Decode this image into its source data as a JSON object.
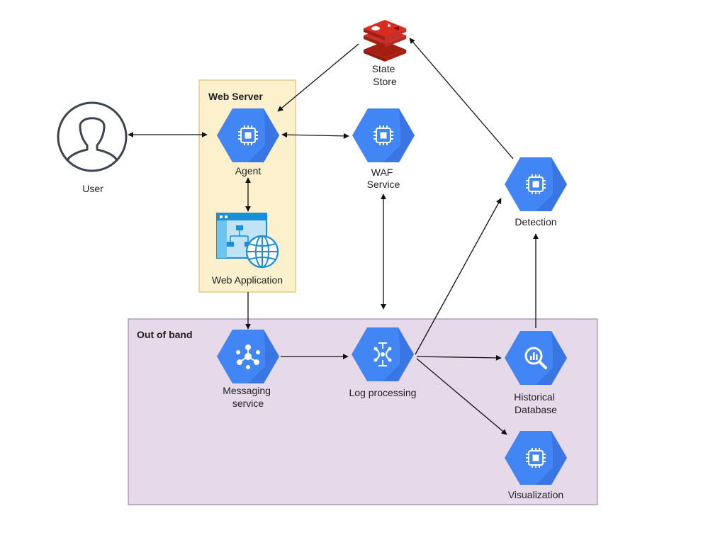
{
  "groups": {
    "web_server": {
      "label": "Web Server",
      "fill": "#fdf0cd",
      "stroke": "#d6b656"
    },
    "out_of_band": {
      "label": "Out of band",
      "fill": "#e6d9ea",
      "stroke": "#9673a6"
    }
  },
  "nodes": {
    "user": {
      "label": "User",
      "icon": "user-icon"
    },
    "state_store": {
      "line1": "State",
      "line2": "Store",
      "icon": "redis-icon"
    },
    "agent": {
      "label": "Agent",
      "icon": "compute-chip-icon"
    },
    "waf_service": {
      "line1": "WAF",
      "line2": "Service",
      "icon": "compute-chip-icon"
    },
    "web_application": {
      "label": "Web Application",
      "icon": "web-application-icon"
    },
    "detection": {
      "label": "Detection",
      "icon": "compute-chip-icon"
    },
    "messaging_service": {
      "line1": "Messaging",
      "line2": "service",
      "icon": "pubsub-icon"
    },
    "log_processing": {
      "label": "Log processing",
      "icon": "dataflow-icon"
    },
    "historical_database": {
      "line1": "Historical",
      "line2": "Database",
      "icon": "bigquery-icon"
    },
    "visualization": {
      "label": "Visualization",
      "icon": "compute-chip-icon"
    }
  },
  "edges": [
    {
      "from": "user",
      "to": "agent",
      "direction": "both"
    },
    {
      "from": "agent",
      "to": "waf_service",
      "direction": "both"
    },
    {
      "from": "state_store",
      "to": "agent",
      "direction": "forward"
    },
    {
      "from": "agent",
      "to": "web_application",
      "direction": "both"
    },
    {
      "from": "waf_service",
      "to": "log_processing",
      "direction": "both"
    },
    {
      "from": "web_application",
      "to": "messaging_service",
      "direction": "forward"
    },
    {
      "from": "messaging_service",
      "to": "log_processing",
      "direction": "forward"
    },
    {
      "from": "log_processing",
      "to": "historical_database",
      "direction": "forward"
    },
    {
      "from": "log_processing",
      "to": "visualization",
      "direction": "forward"
    },
    {
      "from": "log_processing",
      "to": "detection",
      "direction": "forward"
    },
    {
      "from": "historical_database",
      "to": "detection",
      "direction": "forward"
    },
    {
      "from": "detection",
      "to": "state_store",
      "direction": "forward"
    }
  ],
  "colors": {
    "gcp_blue": "#4285f4",
    "gcp_blue_dark": "#3367d6",
    "redis_red": "#c6302b",
    "user_stroke": "#3b4450"
  }
}
